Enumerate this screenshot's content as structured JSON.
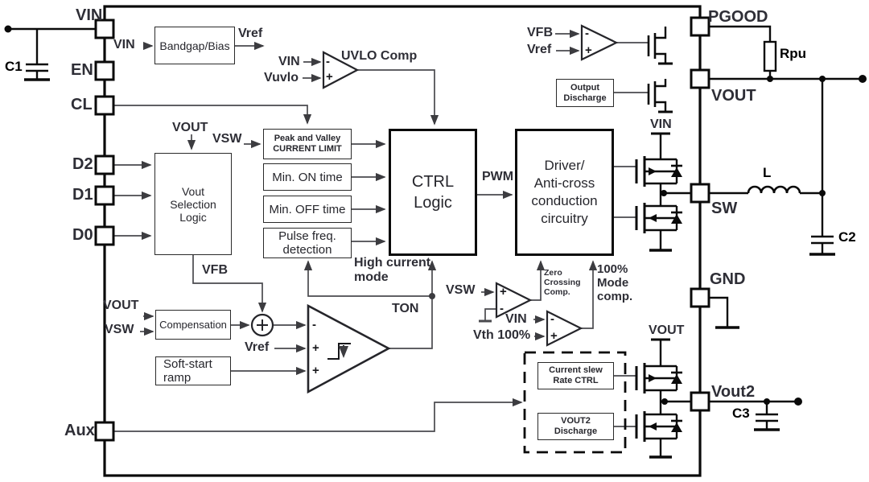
{
  "pins": {
    "left": [
      "VIN",
      "EN",
      "CL",
      "D2",
      "D1",
      "D0",
      "Aux"
    ],
    "right": [
      "PGOOD",
      "VOUT",
      "SW",
      "GND",
      "Vout2"
    ]
  },
  "components": {
    "c1": "C1",
    "rpu": "Rpu",
    "inductor": "L",
    "c2": "C2",
    "c3": "C3"
  },
  "blocks": {
    "bandgap": {
      "label": "Bandgap/Bias"
    },
    "vout_selection": {
      "lines": [
        "Vout",
        "Selection",
        "Logic"
      ]
    },
    "peak_valley": {
      "lines": [
        "Peak and Valley",
        "CURRENT LIMIT"
      ]
    },
    "min_on": {
      "label": "Min. ON time"
    },
    "min_off": {
      "label": "Min. OFF time"
    },
    "pulse_freq": {
      "lines": [
        "Pulse freq.",
        "detection"
      ]
    },
    "ctrl_logic": {
      "lines": [
        "CTRL",
        "Logic"
      ]
    },
    "driver": {
      "lines": [
        "Driver/",
        "Anti-cross",
        "conduction",
        "circuitry"
      ]
    },
    "compensation": {
      "label": "Compensation"
    },
    "soft_start": {
      "lines": [
        "Soft-start",
        "ramp"
      ]
    },
    "output_discharge": {
      "lines": [
        "Output",
        "Discharge"
      ]
    },
    "current_slew": {
      "lines": [
        "Current slew",
        "Rate CTRL"
      ]
    },
    "vout2_discharge": {
      "lines": [
        "VOUT2",
        "Discharge"
      ]
    }
  },
  "comparators": {
    "uvlo": {
      "label": "UVLO Comp"
    },
    "zero_crossing": {
      "lines": [
        "Zero",
        "Crossing",
        "Comp."
      ]
    },
    "mode_100": {
      "lines": [
        "100%",
        "Mode",
        "comp."
      ]
    }
  },
  "signals": {
    "vin": "VIN",
    "vref": "Vref",
    "vuvlo": "Vuvlo",
    "vout": "VOUT",
    "vsw": "VSW",
    "vfb": "VFB",
    "pwm": "PWM",
    "ton": "TON",
    "vth_100": "Vth 100%",
    "high_current_mode": {
      "lines": [
        "High current",
        "mode"
      ]
    }
  },
  "polarity": {
    "plus": "+",
    "minus": "-"
  },
  "colors": {
    "wire": "#4a4a4e",
    "power": "#0a0a0a",
    "text": "#2e2e36"
  }
}
